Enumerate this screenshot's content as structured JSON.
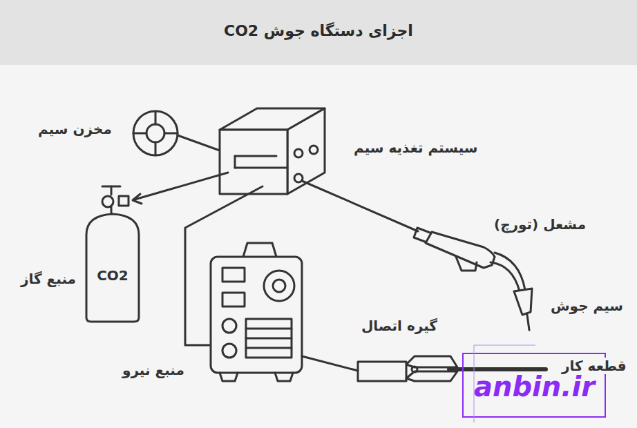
{
  "diagram": {
    "title": "اجزای دستگاه جوش CO2",
    "nodes": [
      {
        "text": [
          "CO2"
        ]
      }
    ],
    "labels": [
      "مخزن سیم",
      "سیستم تغذیه سیم",
      "منبع گاز",
      "مشعل (تورچ)",
      "سیم جوش",
      "گیره اتصال",
      "منبع نیرو",
      "قطعه کار",
      "anbin.ir"
    ]
  }
}
